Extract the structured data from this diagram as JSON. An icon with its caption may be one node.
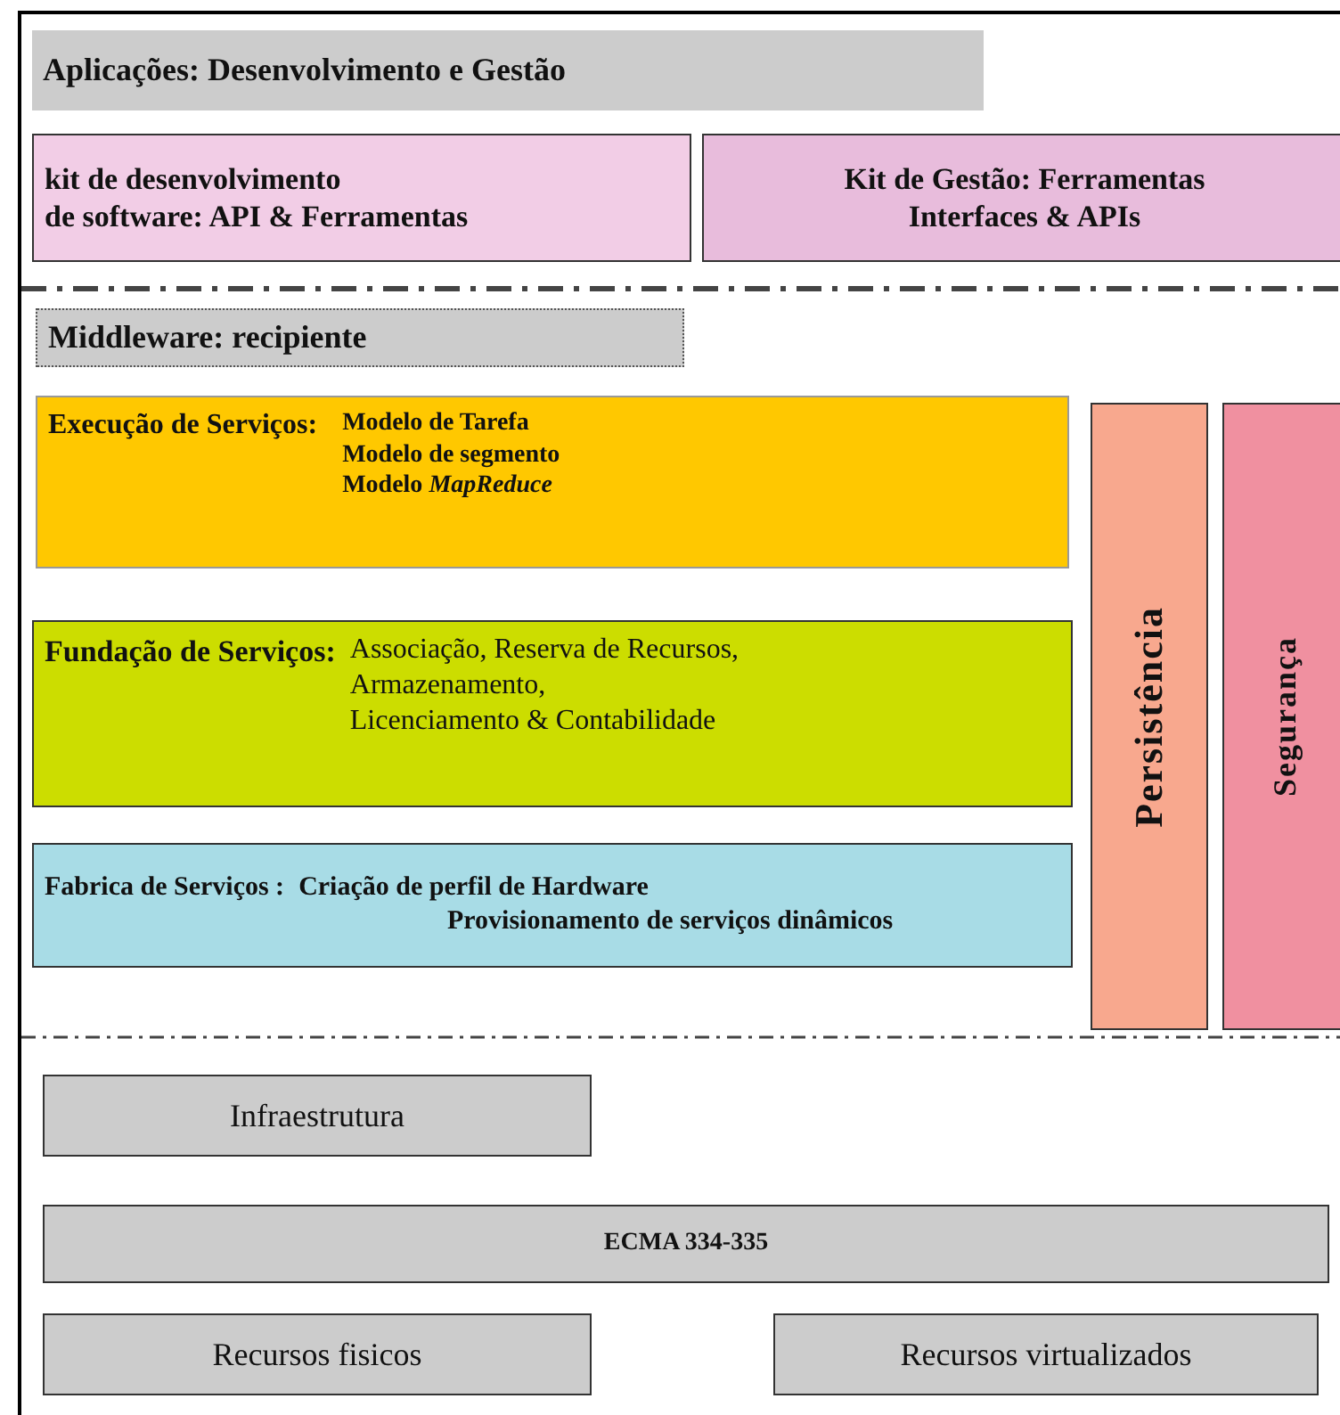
{
  "diagram": {
    "nodes": [
      {
        "text": [
          "Aplicações:  Desenvolvimento e Gestão"
        ]
      },
      {
        "text": [
          "kit de desenvolvimento",
          "de software: API  & Ferramentas"
        ]
      },
      {
        "text": [
          "Kit de Gestão: Ferramentas",
          "Interfaces & APIs"
        ]
      },
      {
        "text": [
          "Middleware: recipiente"
        ]
      },
      {
        "text": [
          "Execução de Serviços:",
          "Modelo de Tarefa",
          "Modelo de segmento",
          "Modelo *MapReduce*"
        ]
      },
      {
        "text": [
          "Fundação de Serviços:",
          "Associação, Reserva de Recursos,",
          "Armazenamento,",
          "Licenciamento & Contabilidade"
        ]
      },
      {
        "text": [
          "Fabrica de Serviços :",
          "Criação de perfil de Hardware",
          "Provisionamento de serviços dinâmicos"
        ]
      },
      {
        "text": [
          "Persistência"
        ]
      },
      {
        "text": [
          "Segurança"
        ]
      },
      {
        "text": [
          "Infraestrutura"
        ]
      },
      {
        "text": [
          "ECMA 334-335"
        ]
      },
      {
        "text": [
          "Recursos fisicos"
        ]
      },
      {
        "text": [
          "Recursos virtualizados"
        ]
      }
    ]
  }
}
